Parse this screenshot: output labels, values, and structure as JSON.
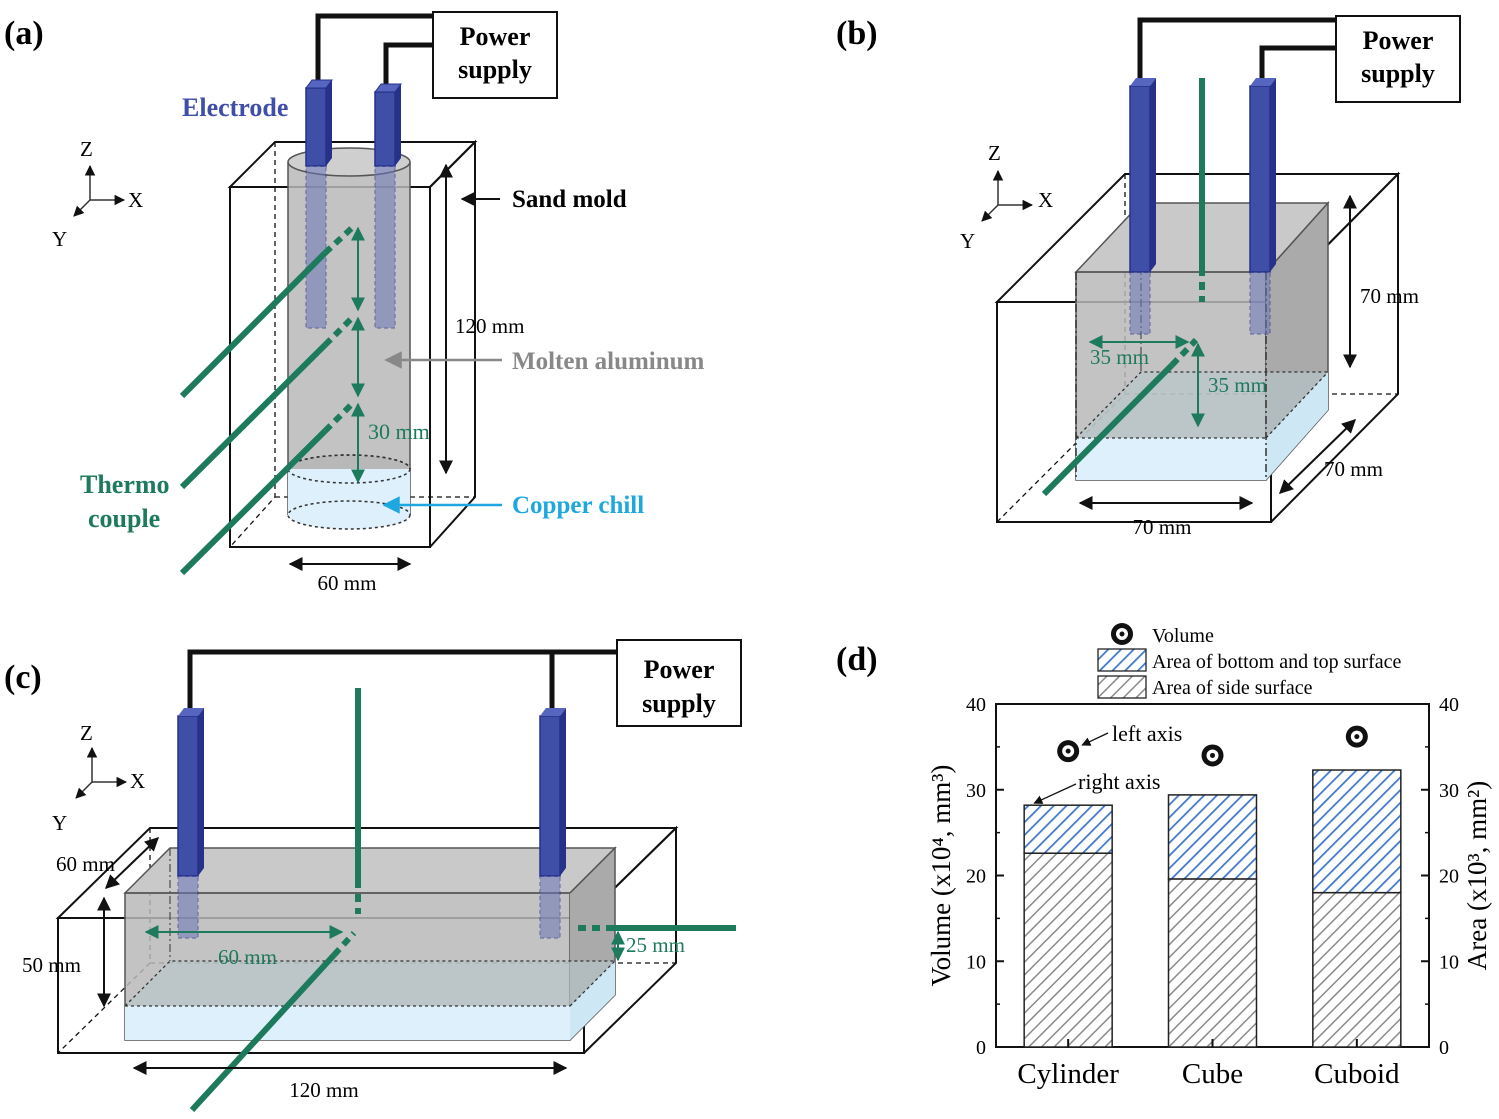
{
  "colors": {
    "electrode": "#3f4fa8",
    "electrode_dark": "#27318a",
    "thermocouple": "#1e7a5c",
    "molten": "#b8b8b8",
    "copper": "#ddf0fb",
    "copper_label": "#1fa7e0",
    "molten_label": "#888888",
    "frame": "#111111"
  },
  "panel_a": {
    "label": "(a)",
    "power_line1": "Power",
    "power_line2": "supply",
    "electrode": "Electrode",
    "sand_mold": "Sand mold",
    "molten": "Molten aluminum",
    "copper": "Copper chill",
    "thermo_line1": "Thermo",
    "thermo_line2": "couple",
    "height": "120 mm",
    "spacing": "30 mm",
    "diameter": "60 mm",
    "axis_z": "Z",
    "axis_x": "X",
    "axis_y": "Y"
  },
  "panel_b": {
    "label": "(b)",
    "power_line1": "Power",
    "power_line2": "supply",
    "height": "70 mm",
    "depth": "70 mm",
    "width": "70 mm",
    "tc_x": "35 mm",
    "tc_z": "35 mm",
    "axis_z": "Z",
    "axis_x": "X",
    "axis_y": "Y"
  },
  "panel_c": {
    "label": "(c)",
    "power_line1": "Power",
    "power_line2": "supply",
    "depth": "60 mm",
    "height": "50 mm",
    "tc_x": "60 mm",
    "tc_z": "25 mm",
    "length": "120 mm",
    "axis_z": "Z",
    "axis_x": "X",
    "axis_y": "Y"
  },
  "chart_data": {
    "type": "bar",
    "label": "(d)",
    "categories": [
      "Cylinder",
      "Cube",
      "Cuboid"
    ],
    "series": [
      {
        "name": "Area of side surface",
        "values": [
          22.6,
          19.6,
          18.0
        ],
        "axis": "right",
        "pattern": "gray-hatch"
      },
      {
        "name": "Area of bottom and top surface",
        "values": [
          5.6,
          9.8,
          14.3
        ],
        "axis": "right",
        "pattern": "blue-hatch",
        "stacked_on": "Area of side surface"
      },
      {
        "name": "Volume",
        "values": [
          34.5,
          34.0,
          36.2
        ],
        "axis": "left",
        "marker": "circle-dot"
      }
    ],
    "ylabel_left": "Volume (x10⁴, mm³)",
    "ylabel_right": "Area (x10³, mm²)",
    "ylim_left": [
      0,
      40
    ],
    "ylim_right": [
      0,
      40
    ],
    "yticks": [
      0,
      10,
      20,
      30,
      40
    ],
    "legend": [
      "Volume",
      "Area of bottom and top surface",
      "Area of side surface"
    ],
    "legend_placement": "top",
    "annotations": [
      "left axis",
      "right axis"
    ],
    "grid": false
  }
}
